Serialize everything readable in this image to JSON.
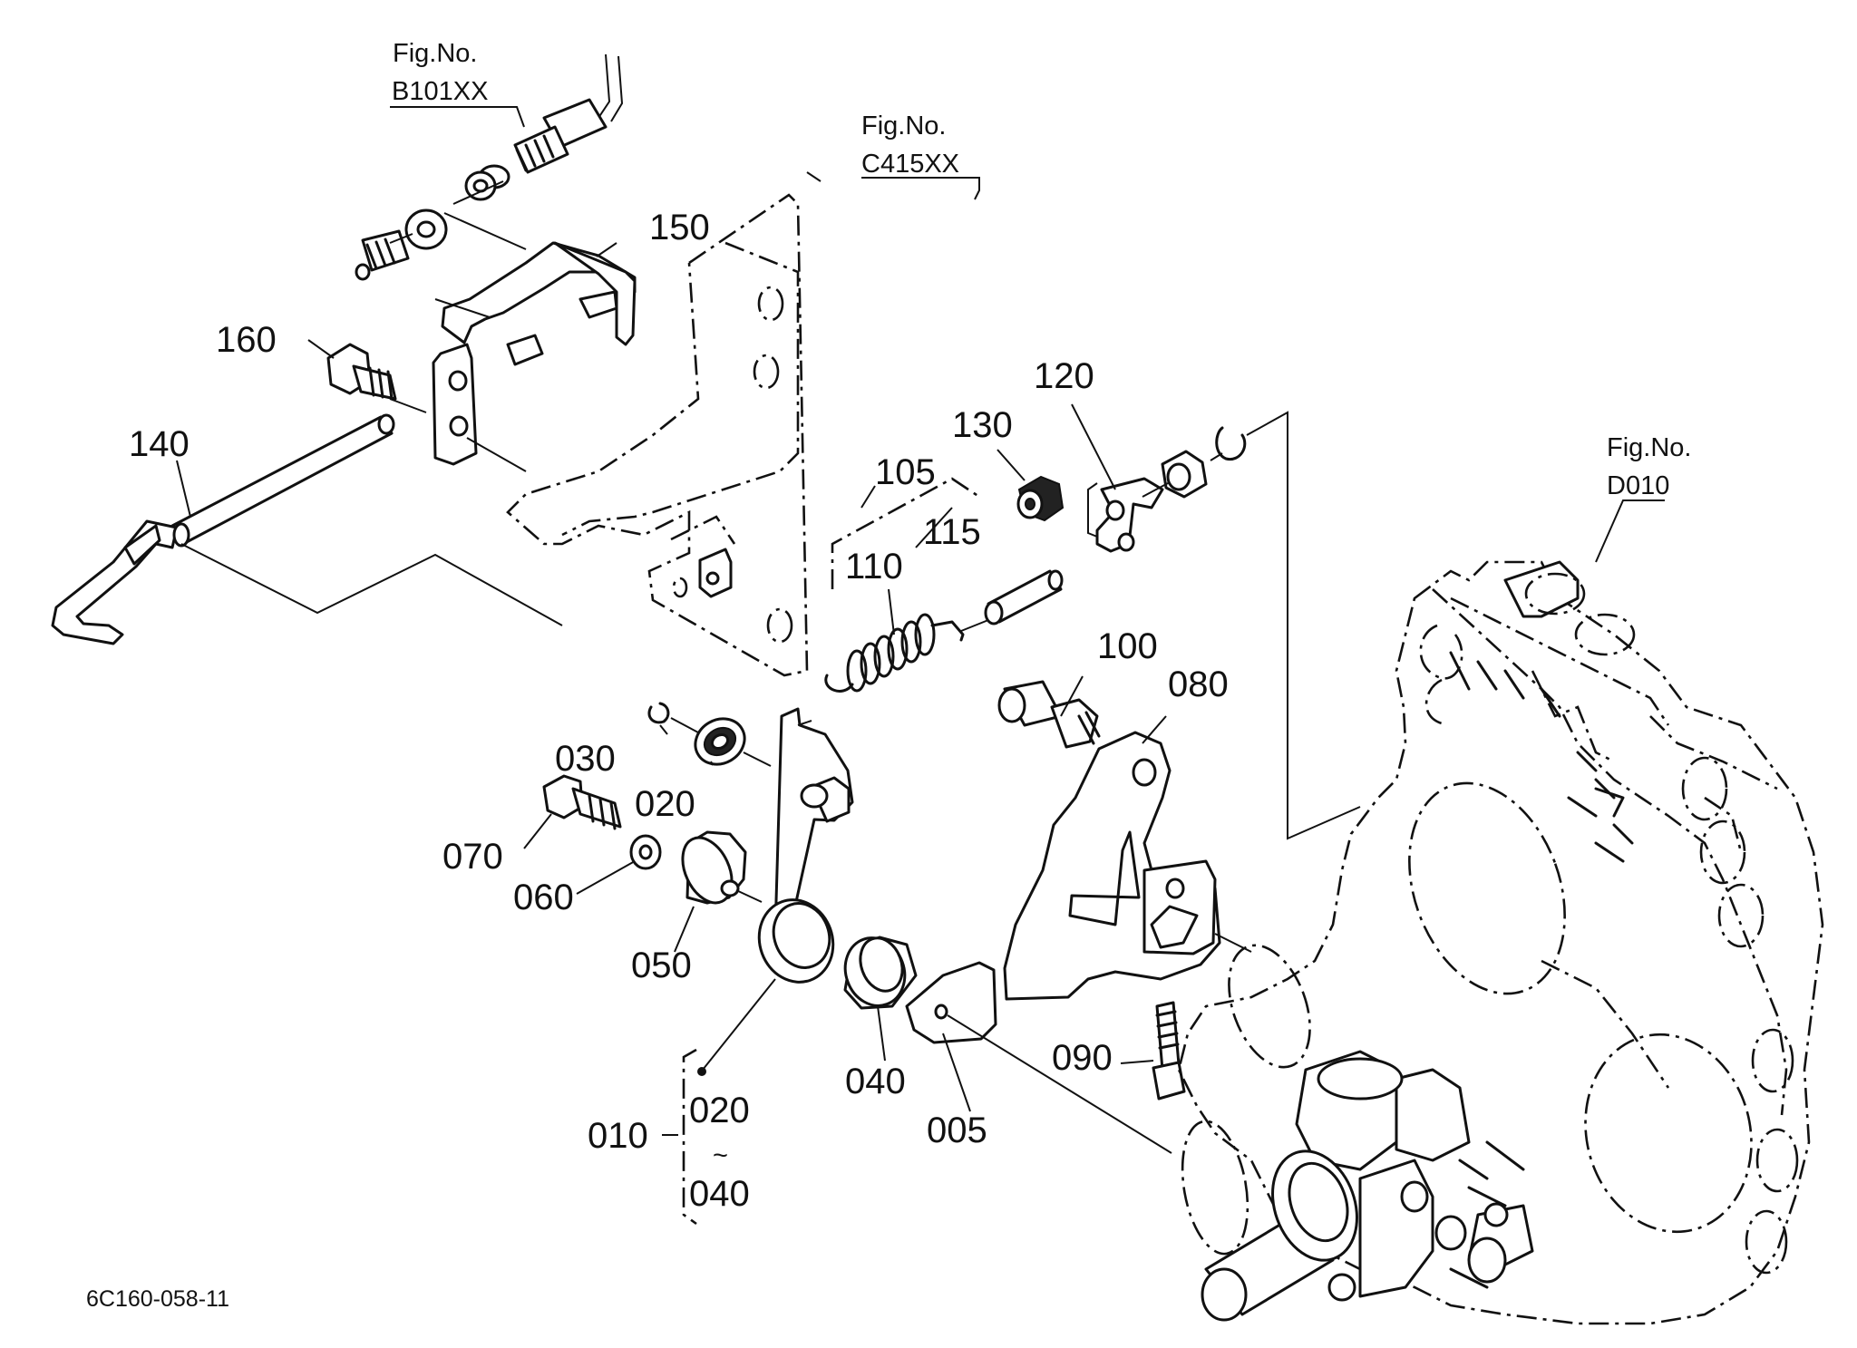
{
  "diagram": {
    "drawing_code": "6C160-058-11",
    "fig_refs": [
      {
        "id": "b101",
        "top": "Fig.No.",
        "bottom": "B101XX"
      },
      {
        "id": "c415",
        "top": "Fig.No.",
        "bottom": "C415XX"
      },
      {
        "id": "d010",
        "top": "Fig.No.",
        "bottom": "D010"
      }
    ],
    "parts": {
      "p150": "150",
      "p160": "160",
      "p140": "140",
      "p120": "120",
      "p130": "130",
      "p105": "105",
      "p115": "115",
      "p110": "110",
      "p100": "100",
      "p080": "080",
      "p030": "030",
      "p020": "020",
      "p070": "070",
      "p060": "060",
      "p050": "050",
      "p040": "040",
      "p005": "005",
      "p090": "090",
      "p010": "010"
    },
    "assembly_010": {
      "from": "020",
      "tilde": "~",
      "to": "040"
    }
  }
}
